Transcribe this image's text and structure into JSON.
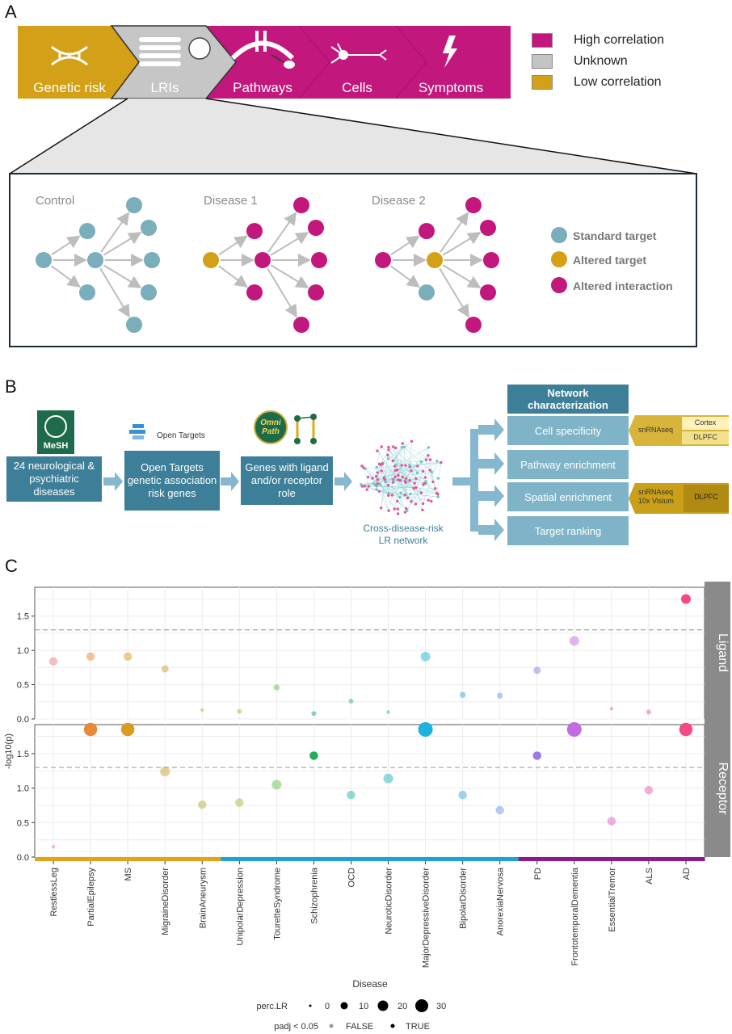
{
  "panel_a": {
    "letter": "A",
    "chevrons": [
      {
        "label": "Genetic risk",
        "icon": "dna-icon"
      },
      {
        "label": "LRIs",
        "icon": "ligand-receptor-icon"
      },
      {
        "label": "Pathways",
        "icon": "receptor-pathway-icon"
      },
      {
        "label": "Cells",
        "icon": "neuron-icon"
      },
      {
        "label": "Symptoms",
        "icon": "lightning-icon"
      }
    ],
    "legend": [
      {
        "label": "High correlation",
        "color": "#c2187e"
      },
      {
        "label": "Unknown",
        "color": "#c4c4c4"
      },
      {
        "label": "Low correlation",
        "color": "#d4a017"
      }
    ],
    "graphs": [
      {
        "title": "Control"
      },
      {
        "title": "Disease 1"
      },
      {
        "title": "Disease 2"
      }
    ],
    "node_legend": [
      {
        "label": "Standard target",
        "color": "#7aaebb"
      },
      {
        "label": "Altered target",
        "color": "#d4a017"
      },
      {
        "label": "Altered interaction",
        "color": "#c2187e"
      }
    ]
  },
  "panel_b": {
    "letter": "B",
    "mesh_logo": "MeSH",
    "open_targets_logo": "Open Targets",
    "omnipath_logo": "Omni Path",
    "steps": [
      "24 neurological & psychiatric diseases",
      "Open Targets genetic association risk genes",
      "Genes with ligand and/or receptor role"
    ],
    "network_label": "Cross-disease-risk LR network",
    "network_header": "Network characterization",
    "network_items": [
      "Cell specificity",
      "Pathway enrichment",
      "Spatial enrichment",
      "Target ranking"
    ],
    "tags": [
      {
        "assay": "snRNAseq",
        "regions": [
          "Cortex",
          "DLPFC"
        ]
      },
      {
        "assay": "snRNAseq 10x Visium",
        "regions": [
          "DLPFC"
        ]
      }
    ]
  },
  "panel_c": {
    "letter": "C",
    "ylabel": "-log10(p)",
    "xlabel": "Disease",
    "facets": [
      "Ligand",
      "Receptor"
    ],
    "size_legend_title": "perc.LR",
    "size_legend_values": [
      "0",
      "10",
      "20",
      "30"
    ],
    "padj_legend_title": "padj < 0.05",
    "padj_legend_values": [
      "FALSE",
      "TRUE"
    ]
  },
  "chart_data": {
    "type": "scatter",
    "categories": [
      "RestlessLeg",
      "PartialEpilepsy",
      "MS",
      "MigraineDisorder",
      "BrainAneurysm",
      "UnipolarDepression",
      "TouretteSyndrome",
      "Schizophrenia",
      "OCD",
      "NeuroticDisorder",
      "MajorDepressiveDisorder",
      "BipolarDisorder",
      "AnorexiaNervosa",
      "PD",
      "FrontotemporalDementia",
      "EssentialTremor",
      "ALS",
      "AD"
    ],
    "category_group_colors": [
      "#e6a317",
      "#e6a317",
      "#e6a317",
      "#e6a317",
      "#e6a317",
      "#1ba3d6",
      "#1ba3d6",
      "#1ba3d6",
      "#1ba3d6",
      "#1ba3d6",
      "#1ba3d6",
      "#1ba3d6",
      "#1ba3d6",
      "#8b1a8b",
      "#8b1a8b",
      "#8b1a8b",
      "#8b1a8b",
      "#8b1a8b"
    ],
    "point_colors": [
      "#f08080",
      "#e8893a",
      "#d99b20",
      "#c9a331",
      "#b8b040",
      "#9fbe3a",
      "#6cbf45",
      "#1fae5a",
      "#22b8a0",
      "#22b3bf",
      "#1fb2e0",
      "#3aa6e8",
      "#6d9ae8",
      "#9a7ae8",
      "#c36be0",
      "#de62d0",
      "#ef5cae",
      "#f74a82"
    ],
    "y_ticks": [
      0.0,
      0.5,
      1.0,
      1.5
    ],
    "ylim": [
      0,
      1.85
    ],
    "threshold": 1.3,
    "series": [
      {
        "name": "Ligand",
        "values": [
          0.84,
          0.91,
          0.91,
          0.73,
          0.13,
          0.11,
          0.46,
          0.08,
          0.26,
          0.1,
          0.91,
          0.35,
          0.34,
          0.71,
          1.14,
          0.15,
          0.1,
          1.75
        ],
        "sizes": [
          5,
          5,
          5,
          4,
          1,
          2,
          3,
          2,
          2,
          1,
          6,
          3,
          3,
          4,
          6,
          1,
          2,
          6
        ],
        "padj_true": [
          false,
          false,
          false,
          false,
          false,
          false,
          false,
          false,
          false,
          false,
          false,
          false,
          false,
          false,
          false,
          false,
          false,
          true
        ]
      },
      {
        "name": "Receptor",
        "values": [
          0.15,
          1.85,
          1.85,
          1.24,
          0.76,
          0.79,
          1.05,
          1.47,
          0.9,
          1.14,
          1.85,
          0.9,
          0.68,
          1.47,
          1.85,
          0.52,
          0.97,
          1.85
        ],
        "sizes": [
          1,
          9,
          9,
          6,
          5,
          5,
          6,
          5,
          5,
          6,
          10,
          5,
          5,
          5,
          10,
          5,
          5,
          9
        ],
        "padj_true": [
          false,
          true,
          true,
          false,
          false,
          false,
          false,
          true,
          false,
          false,
          true,
          false,
          false,
          true,
          true,
          false,
          false,
          true
        ]
      }
    ],
    "xlabel": "Disease",
    "ylabel": "-log10(p)",
    "grid": true
  }
}
